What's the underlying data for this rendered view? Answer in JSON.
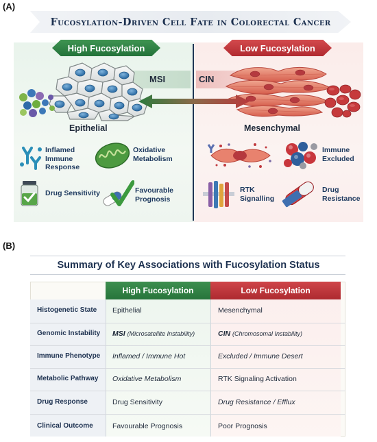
{
  "panel_a": {
    "label": "(A)",
    "title": "Fucosylation-Driven Cell Fate in Colorectal Cancer",
    "high_ribbon": "High Fucosylation",
    "low_ribbon": "Low Fucosylation",
    "msi": "MSI",
    "cin": "CIN",
    "epithelial": "Epithelial",
    "mesenchymal": "Mesenchymal",
    "features_high": [
      {
        "lines": [
          "Inflamed",
          "Immune",
          "Response"
        ],
        "icon": "antibody-icon"
      },
      {
        "lines": [
          "Oxidative",
          "Metabolism"
        ],
        "icon": "mitochondrion-icon"
      },
      {
        "lines": [
          "Drug Sensitivity"
        ],
        "icon": "drug-vial-icon"
      },
      {
        "lines": [
          "Favourable",
          "Prognosis"
        ],
        "icon": "pill-check-icon"
      }
    ],
    "features_low": [
      {
        "lines": [],
        "icon": "cell-immune-scatter-icon"
      },
      {
        "lines": [
          "Immune",
          "Excluded"
        ],
        "icon": "immune-cells-icon"
      },
      {
        "lines": [
          "RTK",
          "Signalling"
        ],
        "icon": "receptor-tyrosine-kinase-icon"
      },
      {
        "lines": [
          "Drug",
          "Resistance"
        ],
        "icon": "capsule-block-icon"
      }
    ],
    "colors": {
      "high": "#2e8444",
      "low": "#c1363b",
      "title": "#1d3150"
    }
  },
  "panel_b": {
    "label": "(B)",
    "title": "Summary of Key Associations with Fucosylation Status",
    "columns": [
      "High Fucosylation",
      "Low Fucosylation"
    ],
    "rows": [
      {
        "label": "Histogenetic State",
        "high": "Epithelial",
        "low": "Mesenchymal"
      },
      {
        "label": "Genomic Instability",
        "high_prefix": "MSI",
        "high_suffix": "(Microsatellite Instability)",
        "low_prefix": "CIN",
        "low_suffix": "(Chromosomal Instability)"
      },
      {
        "label": "Immune Phenotype",
        "high": "Inflamed / Immune Hot",
        "low": "Excluded / Immune Desert"
      },
      {
        "label": "Metabolic Pathway",
        "high": "Oxidative Metabolism",
        "low": "RTK Signaling Activation"
      },
      {
        "label": "Drug Response",
        "high": "Drug Sensitivity",
        "low": "Drug Resistance / Efflux"
      },
      {
        "label": "Clinical Outcome",
        "high": "Favourable Prognosis",
        "low": "Poor Prognosis"
      }
    ]
  }
}
